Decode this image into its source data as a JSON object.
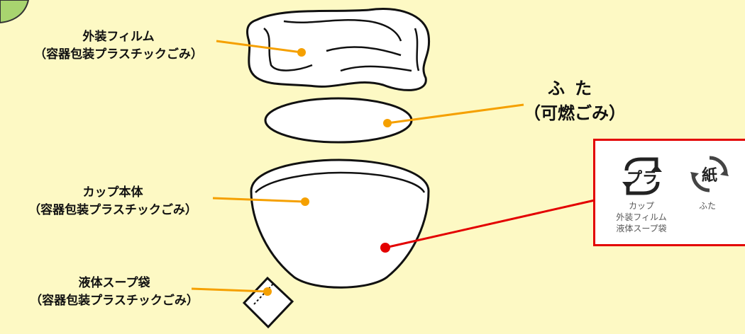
{
  "labels": {
    "film": {
      "title": "外装フィルム",
      "sub": "（容器包装プラスチックごみ）"
    },
    "lid": {
      "title": "ふた",
      "sub": "（可燃ごみ）"
    },
    "cup": {
      "title": "カップ本体",
      "sub": "（容器包装プラスチックごみ）"
    },
    "soup": {
      "title": "液体スープ袋",
      "sub": "（容器包装プラスチックごみ）"
    }
  },
  "recycle_marks": {
    "pla_mark_text": "プラ",
    "paper_mark_text": "紙",
    "pla_items": [
      "カップ",
      "外装フィルム",
      "液体スープ袋"
    ],
    "paper_items": [
      "ふた"
    ]
  },
  "colors": {
    "background": "#fdf9c4",
    "leader_line": "#f5a000",
    "highlight_line": "#e30000",
    "badge": "#a8d46f"
  }
}
